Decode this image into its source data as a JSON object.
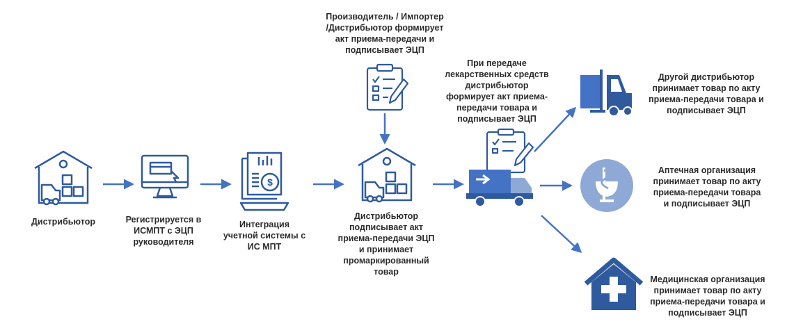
{
  "colors": {
    "primary": "#2f5a9e",
    "accent": "#4472c4",
    "light": "#8fa9d6",
    "text": "#2b2b2b"
  },
  "nodes": {
    "distributor": {
      "icon": "warehouse-icon",
      "label": [
        "Дистрибьютор"
      ]
    },
    "register": {
      "icon": "computer-monitor-icon",
      "label": [
        "Регистрируется в",
        "ИСМПТ  с  ЭЦП",
        "руководителя"
      ]
    },
    "integration": {
      "icon": "report-dollar-icon",
      "label": [
        "Интеграция",
        "учетной системы с",
        "ИС МПТ"
      ]
    },
    "manufacturer": {
      "icon": "checklist-clipboard-icon",
      "label": [
        "Производитель / Импортер",
        "/Дистрибьютор формирует",
        "акт приема-передачи и",
        "подписывает ЭЦП"
      ]
    },
    "distributor_sign": {
      "icon": "warehouse-icon",
      "label": [
        "Дистрибьютор",
        "подписывает акт",
        "приема-передачи ЭЦП",
        "и принимает",
        "промаркированный",
        "товар"
      ]
    },
    "transfer": {
      "icon": "delivery-truck-checklist-icon",
      "label": [
        "При передаче",
        "лекарственных средств",
        "дистрибьютор",
        "формирует акт приема-",
        "передачи товара и",
        "подписывает ЭЦП"
      ]
    },
    "other_distributor": {
      "icon": "forklift-icon",
      "label": [
        "Другой дистрибьютор",
        "принимает товар по акту",
        "приема-передачи товара и",
        "подписывает ЭЦП"
      ]
    },
    "pharmacy": {
      "icon": "pharmacy-bowl-of-hygieia-icon",
      "label": [
        "Аптечная организация",
        "принимает товар по акту",
        "приема-передачи товара",
        "и подписывает ЭЦП"
      ]
    },
    "medical": {
      "icon": "medical-house-cross-icon",
      "label": [
        "Медицинская организация",
        "принимает товар по акту",
        "приема-передачи товара и",
        "подписывает ЭЦП"
      ]
    }
  }
}
